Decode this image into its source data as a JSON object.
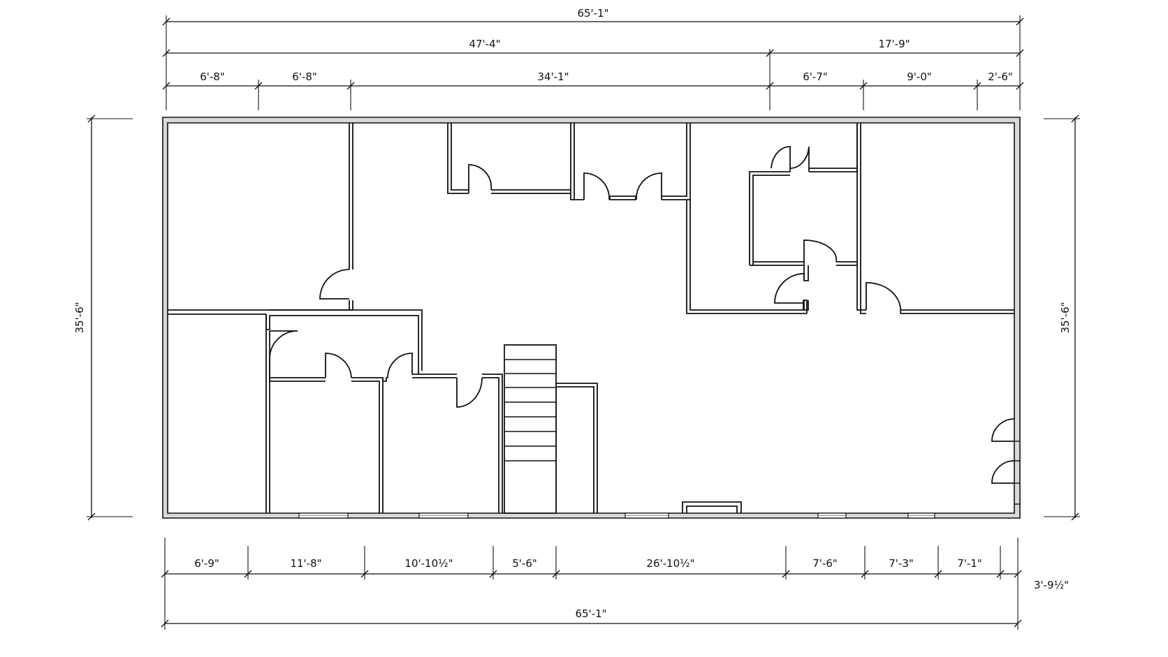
{
  "top_dimensions": {
    "overall": "65'-1\"",
    "left_segment": "47'-4\"",
    "right_segment": "17'-9\"",
    "detail": [
      "6'-8\"",
      "6'-8\"",
      "34'-1\"",
      "6'-7\"",
      "9'-0\"",
      "2'-6\""
    ]
  },
  "bottom_dimensions": {
    "detail": [
      "6'-9\"",
      "11'-8\"",
      "10'-10½\"",
      "5'-6\"",
      "26'-10½\"",
      "7'-6\"",
      "7'-3\"",
      "7'-1\"",
      "3'-9½\""
    ],
    "overall": "65'-1\""
  },
  "side_dimensions": {
    "left": "35'-6\"",
    "right": "35'-6\""
  }
}
